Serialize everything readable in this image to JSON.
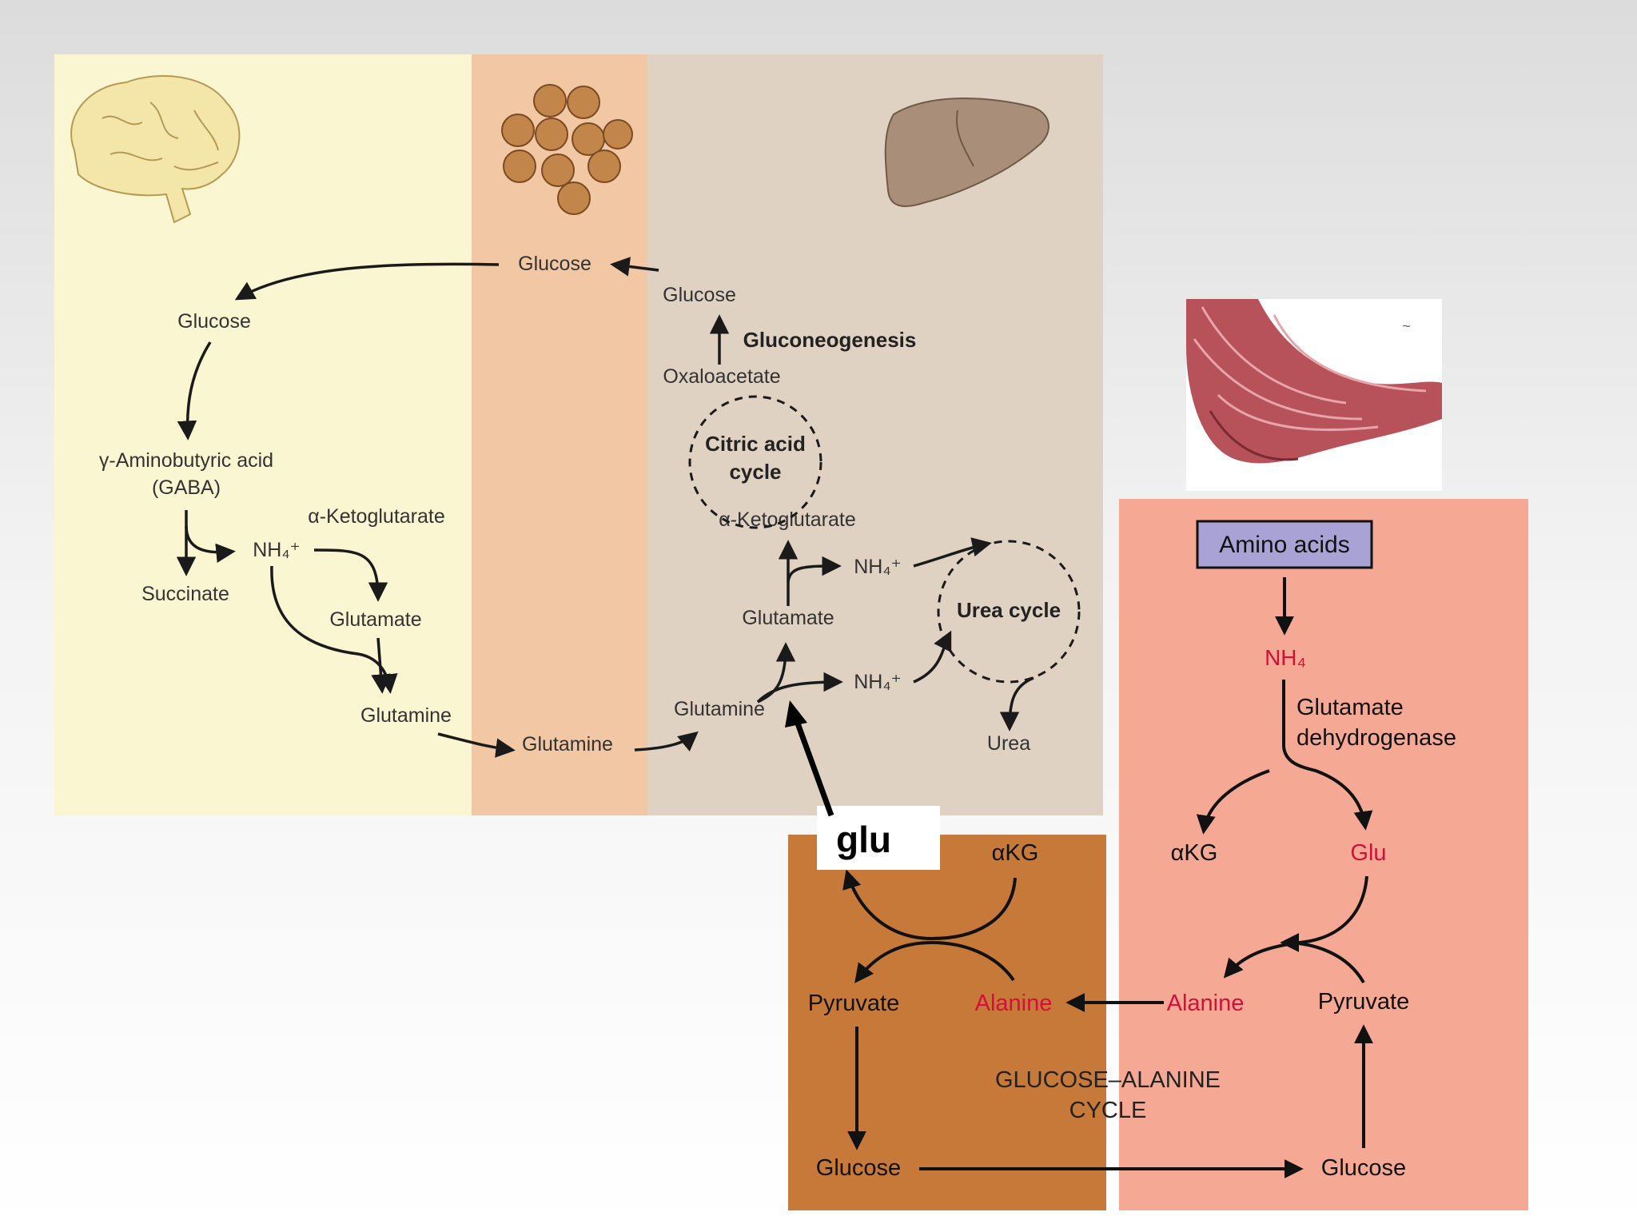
{
  "metabolism": {
    "liver_glucose": "Glucose",
    "blood_glucose": "Glucose",
    "brain_glucose": "Glucose",
    "gluconeogenesis": "Gluconeogenesis",
    "oxaloacetate": "Oxaloacetate",
    "citric_l1": "Citric acid",
    "citric_l2": "cycle",
    "liver_akg": "α-Ketoglutarate",
    "nh4_a": "NH₄⁺",
    "nh4_b": "NH₄⁺",
    "nh4_brain": "NH₄⁺",
    "urea_cycle": "Urea cycle",
    "liver_glutamate": "Glutamate",
    "liver_glutamine": "Glutamine",
    "urea": "Urea",
    "gaba_l1": "γ-Aminobutyric acid",
    "gaba_l2": "(GABA)",
    "succinate": "Succinate",
    "brain_akg": "α-Ketoglutarate",
    "brain_glutamate": "Glutamate",
    "brain_glutamine": "Glutamine",
    "blood_glutamine": "Glutamine"
  },
  "annotation": {
    "glu": "glu"
  },
  "cycle": {
    "amino_acids": "Amino acids",
    "nh4": "NH₄",
    "gdh_l1": "Glutamate",
    "gdh_l2": "dehydrogenase",
    "akg_muscle": "αKG",
    "glu_muscle": "Glu",
    "akg_liver": "αKG",
    "pyruvate_liver": "Pyruvate",
    "alanine_liver": "Alanine",
    "alanine_muscle": "Alanine",
    "pyruvate_muscle": "Pyruvate",
    "title_l1": "GLUCOSE–ALANINE",
    "title_l2": "CYCLE",
    "glucose_liver": "Glucose",
    "glucose_muscle": "Glucose"
  },
  "icons": [
    "brain-icon",
    "blood-cells-icon",
    "liver-icon",
    "muscle-arm-icon"
  ],
  "colors": {
    "brain_bg": "#fbf6d2",
    "blood_bg": "#f2c7a4",
    "liver_bg": "#dfd2c2",
    "liver_cycle_bg": "#c7793a",
    "muscle_cycle_bg": "#f5a994",
    "amino_box": "#a9a2d4",
    "red_text": "#d3103a"
  }
}
